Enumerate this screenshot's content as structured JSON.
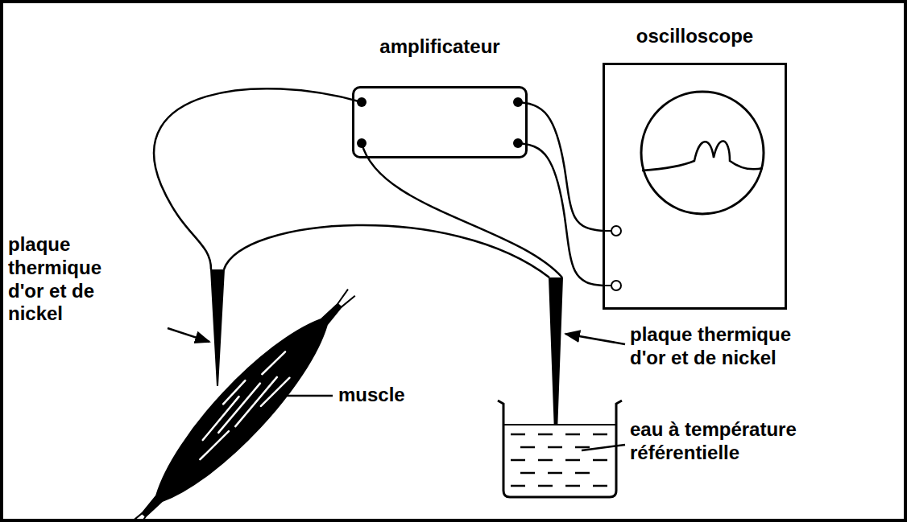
{
  "diagram": {
    "nodes": [
      {
        "text": [
          "amplificateur"
        ]
      },
      {
        "text": [
          "oscilloscope"
        ]
      }
    ],
    "edges": [
      {
        "from": 0,
        "to": 1,
        "arrow": "none"
      },
      {
        "from": 0,
        "to": 1,
        "arrow": "none"
      }
    ],
    "labels": [
      "plaque thermique d'or et de nickel",
      "muscle",
      "plaque thermique d'or et de nickel",
      "eau à température référentielle"
    ]
  }
}
